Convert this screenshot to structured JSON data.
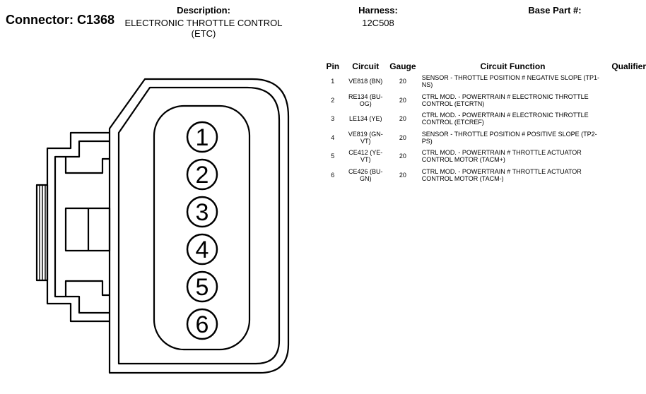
{
  "connector": {
    "title": "Connector: C1368"
  },
  "description": {
    "label": "Description:",
    "value": "ELECTRONIC THROTTLE CONTROL (ETC)"
  },
  "harness": {
    "label": "Harness:",
    "value": "12C508"
  },
  "base_part": {
    "label": "Base Part #:",
    "value": ""
  },
  "table": {
    "headers": {
      "pin": "Pin",
      "circuit": "Circuit",
      "gauge": "Gauge",
      "function": "Circuit Function",
      "qualifier": "Qualifier"
    },
    "rows": [
      {
        "pin": "1",
        "circuit": "VE818 (BN)",
        "gauge": "20",
        "function": "SENSOR - THROTTLE POSITION # NEGATIVE SLOPE (TP1-NS)",
        "qualifier": ""
      },
      {
        "pin": "2",
        "circuit": "RE134 (BU-OG)",
        "gauge": "20",
        "function": "CTRL MOD. - POWERTRAIN # ELECTRONIC THROTTLE CONTROL (ETCRTN)",
        "qualifier": ""
      },
      {
        "pin": "3",
        "circuit": "LE134 (YE)",
        "gauge": "20",
        "function": "CTRL MOD. - POWERTRAIN # ELECTRONIC THROTTLE CONTROL (ETCREF)",
        "qualifier": ""
      },
      {
        "pin": "4",
        "circuit": "VE819 (GN-VT)",
        "gauge": "20",
        "function": "SENSOR - THROTTLE POSITION # POSITIVE SLOPE (TP2-PS)",
        "qualifier": ""
      },
      {
        "pin": "5",
        "circuit": "CE412 (YE-VT)",
        "gauge": "20",
        "function": "CTRL MOD. - POWERTRAIN # THROTTLE ACTUATOR CONTROL MOTOR (TACM+)",
        "qualifier": ""
      },
      {
        "pin": "6",
        "circuit": "CE426 (BU-GN)",
        "gauge": "20",
        "function": "CTRL MOD. - POWERTRAIN # THROTTLE ACTUATOR CONTROL MOTOR (TACM-)",
        "qualifier": ""
      }
    ]
  },
  "diagram": {
    "pin_numbers": [
      "1",
      "2",
      "3",
      "4",
      "5",
      "6"
    ]
  }
}
